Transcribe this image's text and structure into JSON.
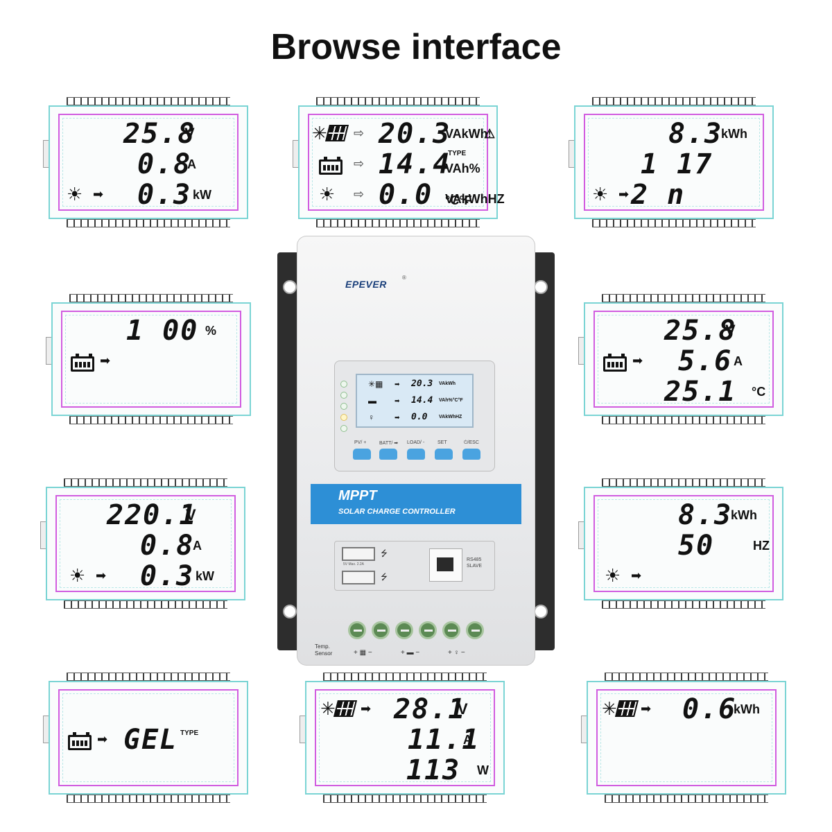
{
  "title": "Browse interface",
  "lcd_screens": [
    {
      "rows": [
        {
          "value": "25.8",
          "unit": "V"
        },
        {
          "value": "0.8",
          "unit": "A"
        },
        {
          "value": "0.3",
          "unit": "kW",
          "icon": "load-bulb-icon"
        }
      ]
    },
    {
      "rows": [
        {
          "value": "20.3",
          "unit": "VAkWh",
          "icon": "solar-panel-icon",
          "extra": "⚠"
        },
        {
          "value": "14.4",
          "unit": "VAh%°C°F",
          "icon": "battery-icon",
          "type_label": "TYPE"
        },
        {
          "value": "0.0",
          "unit": "VAkWhHZ",
          "icon": "load-bulb-icon"
        }
      ]
    },
    {
      "rows": [
        {
          "value": "8.3",
          "unit": "kWh"
        },
        {
          "value": "1 17",
          "unit": ""
        },
        {
          "value": "2 n",
          "unit": "",
          "icon": "load-bulb-icon"
        }
      ]
    },
    {
      "rows": [
        {
          "value": "1 00",
          "unit": "%"
        },
        {
          "value": "",
          "unit": "",
          "icon": "battery-icon"
        }
      ]
    },
    {
      "rows": [
        {
          "value": "25.8",
          "unit": "V"
        },
        {
          "value": "5.6",
          "unit": "A",
          "icon": "battery-icon"
        },
        {
          "value": "25.1",
          "unit": "°C"
        }
      ]
    },
    {
      "rows": [
        {
          "value": "220.1",
          "unit": "V"
        },
        {
          "value": "0.8",
          "unit": "A"
        },
        {
          "value": "0.3",
          "unit": "kW",
          "icon": "load-bulb-icon"
        }
      ]
    },
    {
      "rows": [
        {
          "value": "8.3",
          "unit": "kWh"
        },
        {
          "value": "50",
          "unit": "HZ"
        },
        {
          "value": "",
          "unit": "",
          "icon": "load-bulb-icon"
        }
      ]
    },
    {
      "rows": [
        {
          "value": "GEL",
          "unit": "",
          "icon": "battery-icon",
          "type_label": "TYPE"
        }
      ]
    },
    {
      "rows": [
        {
          "value": "28.1",
          "unit": "V",
          "icon": "solar-panel-icon"
        },
        {
          "value": "11.1",
          "unit": "A"
        },
        {
          "value": "113",
          "unit": "W"
        }
      ]
    },
    {
      "rows": [
        {
          "value": "0.6",
          "unit": "kWh",
          "icon": "solar-panel-icon"
        }
      ]
    }
  ],
  "device": {
    "brand": "EPEVER",
    "brand_mark": "®",
    "mini_lcd": [
      {
        "value": "20.3",
        "unit": "VAkWh"
      },
      {
        "value": "14.4",
        "unit": "VAh%°C°F"
      },
      {
        "value": "0.0",
        "unit": "VAkWhHZ"
      }
    ],
    "buttons": [
      "PV/ +",
      "BATT/ ➡",
      "LOAD/ -",
      "SET",
      "⏻/ESC"
    ],
    "banner_title": "MPPT",
    "banner_subtitle": "SOLAR CHARGE CONTROLLER",
    "usb_note": "5V   Max. 2.2A",
    "usb_symbol": "⭍",
    "rs485_line1": "RS485",
    "rs485_line2": "SLAVE",
    "temp_line1": "Temp.",
    "temp_line2": "Sensor",
    "polarity": [
      "+ ▦ −",
      "+ ▬ −",
      "+ ♀ −"
    ]
  },
  "colors": {
    "lcd_frame": "#7ad4d4",
    "lcd_window": "#d15ce0",
    "banner": "#2d8fd6",
    "button": "#4aa3e0"
  }
}
